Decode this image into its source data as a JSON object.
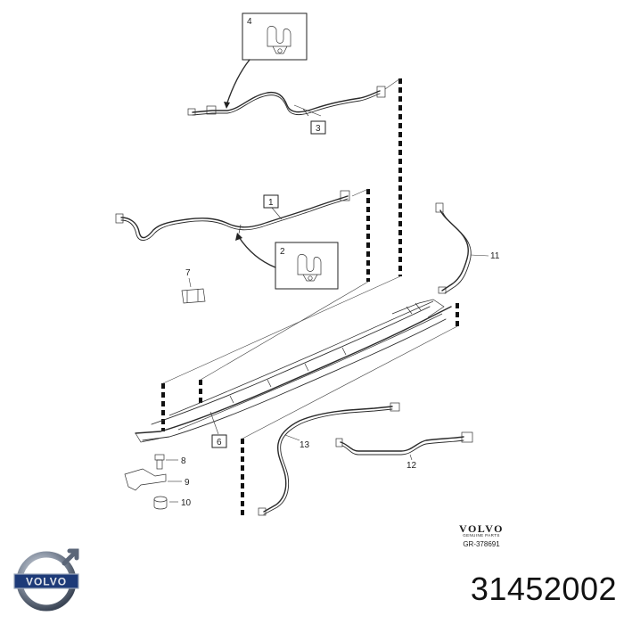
{
  "callouts": {
    "c1": "1",
    "c2": "2",
    "c3": "3",
    "c4": "4",
    "c5": "6",
    "c7": "7",
    "c8": "8",
    "c9": "9",
    "c10": "10",
    "c11": "11",
    "c12": "12",
    "c13": "13"
  },
  "reference": {
    "brand": "VOLVO",
    "tagline": "GENUINE PARTS",
    "code": "GR-378691"
  },
  "footer": {
    "logo_text": "VOLVO",
    "part_number": "31452002"
  },
  "colors": {
    "line": "#2b2b2b",
    "logo_ring": "#3c4656",
    "logo_band": "#1d3a78"
  }
}
